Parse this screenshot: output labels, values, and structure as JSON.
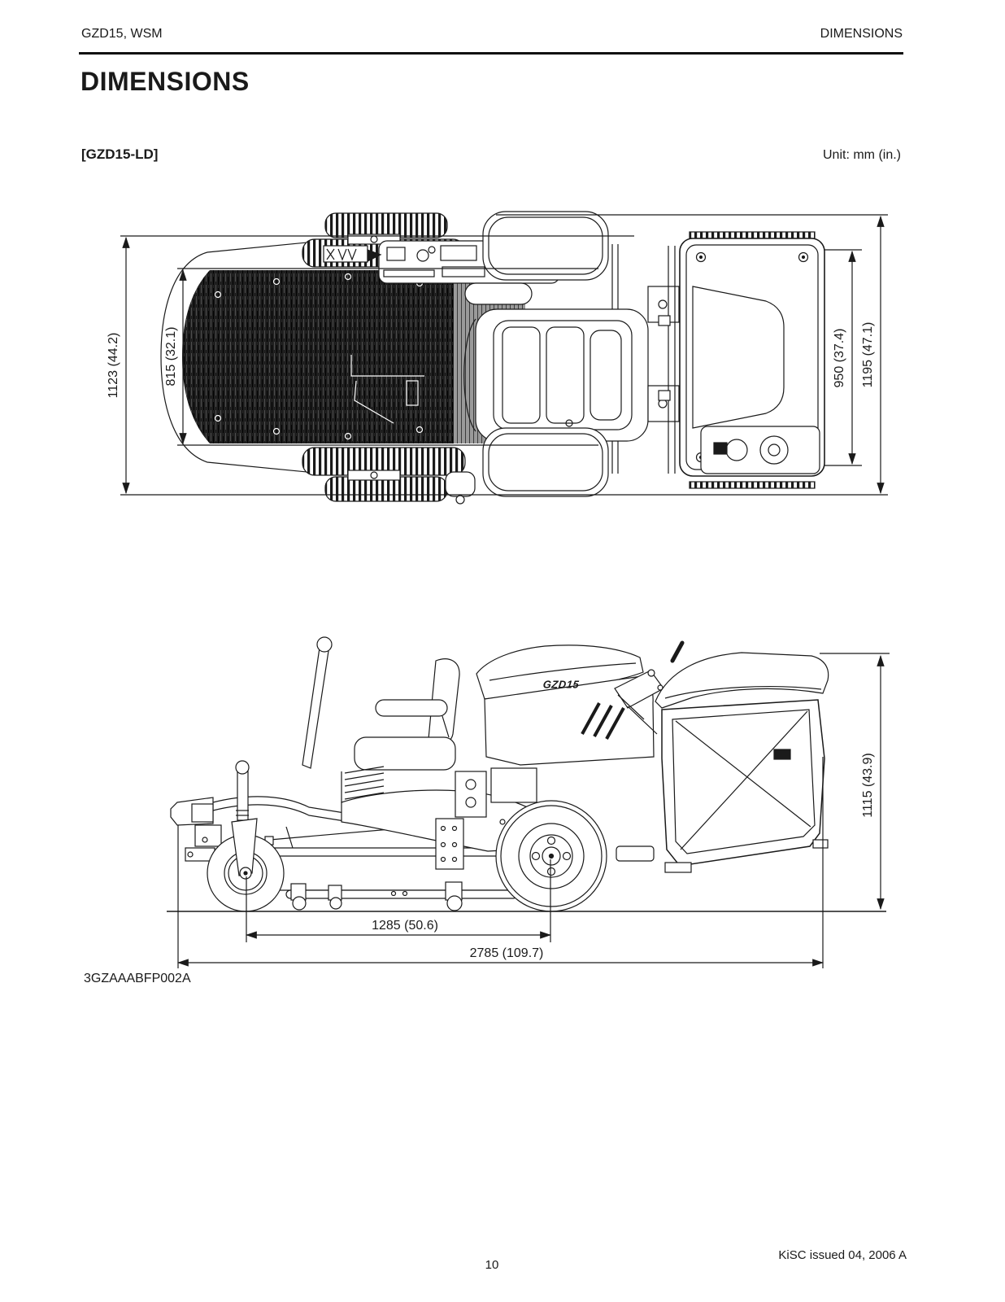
{
  "page": {
    "header": {
      "left": "GZD15, WSM",
      "right": "DIMENSIONS"
    },
    "title": "DIMENSIONS",
    "model_label": "[GZD15-LD]",
    "unit_label": "Unit: mm (in.)",
    "figure_code": "3GZAAABFP002A",
    "footer": {
      "issue": "KiSC issued 04, 2006 A",
      "page_number": "10"
    }
  },
  "machine": {
    "hood_logo": "GZD15"
  },
  "dimensions": {
    "top_view": {
      "overall_width": "1123 (44.2)",
      "deck_width": "815 (32.1)",
      "catcher_width": "950 (37.4)",
      "overall_width_with_catcher": "1195 (47.1)"
    },
    "side_view": {
      "overall_height": "1115 (43.9)",
      "wheelbase": "1285 (50.6)",
      "overall_length": "2785 (109.7)"
    }
  }
}
